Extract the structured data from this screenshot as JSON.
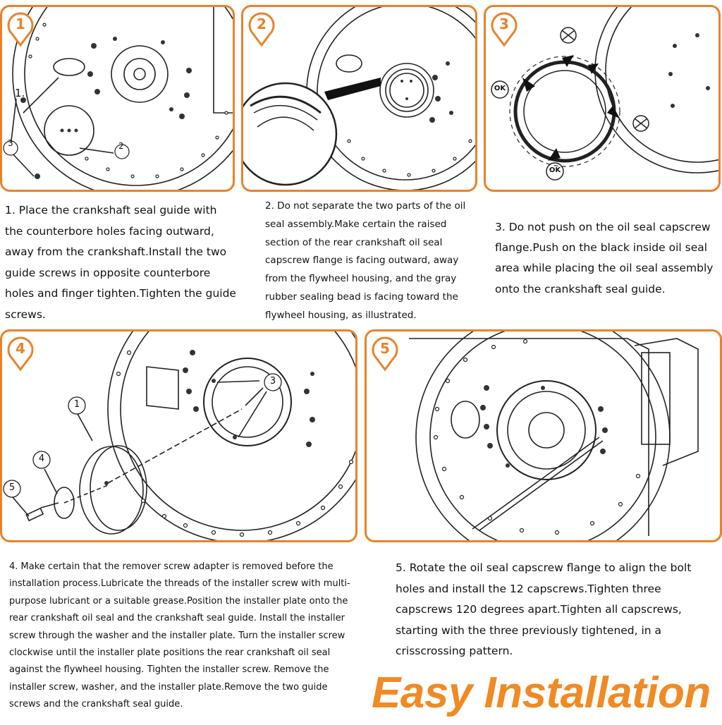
{
  "colors": {
    "accent": "#e8822a",
    "headline": "#f08a24",
    "text": "#111111"
  },
  "headline": "Easy Installation",
  "steps": [
    {
      "badge": "1",
      "callouts": [
        "1.",
        "2",
        "3"
      ],
      "text": "1. Place the crankshaft seal guide with the counterbore holes facing outward, away from the crankshaft.Install the two guide screws in opposite counterbore holes and finger tighten.Tighten the guide screws."
    },
    {
      "badge": "2",
      "text": "2. Do not separate the two parts of the oil seal assembly.Make certain the raised section of the rear crankshaft oil seal capscrew flange is facing outward, away from the flywheel housing, and the gray rubber sealing bead is facing toward the flywheel housing, as illustrated."
    },
    {
      "badge": "3",
      "callouts": [
        "OK",
        "OK"
      ],
      "text": "3. Do not push on the oil seal capscrew flange.Push on the black inside oil seal area while placing the oil seal assembly onto the crankshaft seal guide."
    },
    {
      "badge": "4",
      "callouts": [
        "1",
        "3",
        "4",
        "5"
      ],
      "text": "4. Make certain that the remover screw adapter is removed before the installation process.Lubricate the threads of the installer screw with multi-purpose lubricant or a suitable grease.Position the installer plate onto the rear crankshaft oil seal and the crankshaft seal guide. Install the installer screw through the washer and the installer plate. Turn the installer screw clockwise until the installer plate positions the rear crankshaft oil seal against the flywheel housing. Tighten the installer screw. Remove the installer screw, washer, and the installer plate.Remove the two guide screws and the crankshaft seal guide."
    },
    {
      "badge": "5",
      "text": "5. Rotate the oil seal capscrew flange to align the bolt holes and install the 12 capscrews.Tighten three capscrews 120 degrees apart.Tighten all capscrews, starting with the three previously tightened, in a crisscrossing pattern."
    }
  ]
}
